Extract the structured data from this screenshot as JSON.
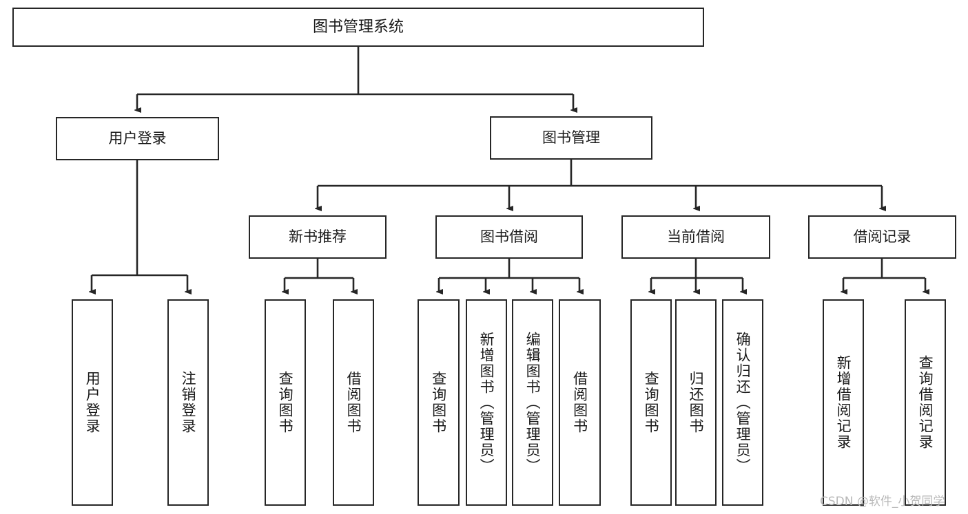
{
  "diagram": {
    "title": "图书管理系统",
    "type": "functional-structure-tree",
    "watermark": "CSDN @软件_小贺同学",
    "colors": {
      "box_border": "#262626",
      "box_fill": "#ffffff",
      "connector": "#262626",
      "text": "#1a1a1a",
      "watermark": "#b9b9b9"
    },
    "nodes": {
      "root": "图书管理系统",
      "level2": [
        "用户登录",
        "图书管理"
      ],
      "level3": [
        "新书推荐",
        "图书借阅",
        "当前借阅",
        "借阅记录"
      ],
      "leaves": {
        "user_login": [
          "用户登录",
          "注销登录"
        ],
        "new_book_recommend": [
          "查询图书",
          "借阅图书"
        ],
        "book_borrow": [
          "查询图书",
          "新增图书（管理员）",
          "编辑图书（管理员）",
          "借阅图书"
        ],
        "current_borrow": [
          "查询图书",
          "归还图书",
          "确认归还（管理员）"
        ],
        "borrow_records": [
          "新增借阅记录",
          "查询借阅记录"
        ]
      }
    }
  }
}
